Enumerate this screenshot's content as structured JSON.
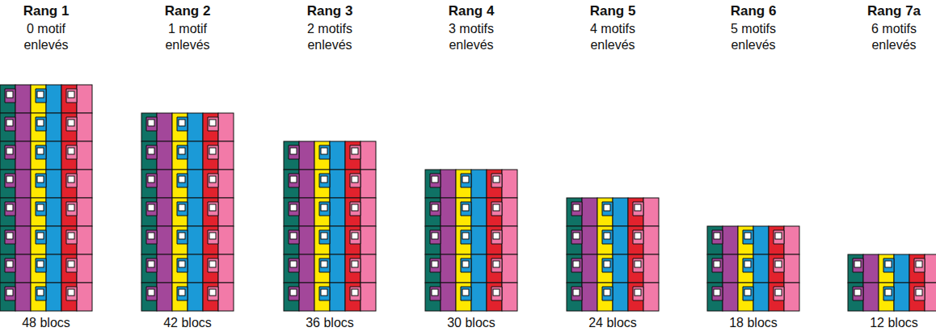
{
  "diagram": {
    "nodes": [
      {
        "text": [
          "Rang 1",
          "0 motif enlevés",
          "48 blocs"
        ]
      },
      {
        "text": [
          "Rang 2",
          "1 motif enlevés",
          "42 blocs"
        ]
      },
      {
        "text": [
          "Rang 3",
          "2 motifs enlevés",
          "36 blocs"
        ]
      },
      {
        "text": [
          "Rang 4",
          "3 motifs enlevés",
          "30 blocs"
        ]
      },
      {
        "text": [
          "Rang 5",
          "4 motifs enlevés",
          "24 blocs"
        ]
      },
      {
        "text": [
          "Rang 6",
          "5 motifs enlevés",
          "18 blocs"
        ]
      },
      {
        "text": [
          "Rang 7a",
          "6 motifs enlevés",
          "12 blocs"
        ]
      }
    ]
  }
}
